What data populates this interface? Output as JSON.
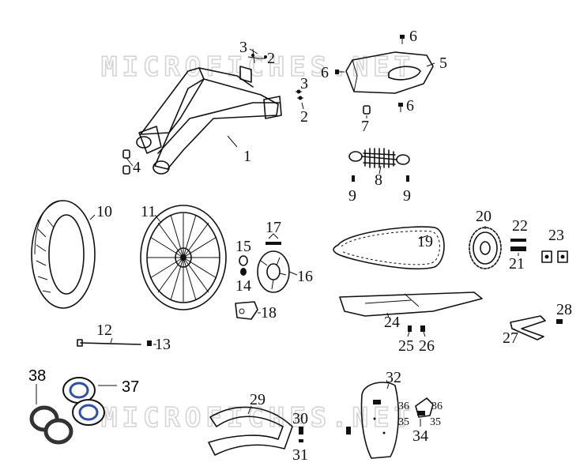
{
  "watermark": "MICROFICHES.NET",
  "colors": {
    "line": "#111111",
    "watermark": "#d4d4d4",
    "bearing_blue": "#2c4fa8"
  },
  "callouts": [
    {
      "id": "c1",
      "text": "1"
    },
    {
      "id": "c2a",
      "text": "2"
    },
    {
      "id": "c2b",
      "text": "2"
    },
    {
      "id": "c3a",
      "text": "3"
    },
    {
      "id": "c3b",
      "text": "3"
    },
    {
      "id": "c4",
      "text": "4"
    },
    {
      "id": "c5",
      "text": "5"
    },
    {
      "id": "c6a",
      "text": "6"
    },
    {
      "id": "c6b",
      "text": "6"
    },
    {
      "id": "c6c",
      "text": "6"
    },
    {
      "id": "c7",
      "text": "7"
    },
    {
      "id": "c8",
      "text": "8"
    },
    {
      "id": "c9a",
      "text": "9"
    },
    {
      "id": "c9b",
      "text": "9"
    },
    {
      "id": "c10",
      "text": "10"
    },
    {
      "id": "c11",
      "text": "11"
    },
    {
      "id": "c12",
      "text": "12"
    },
    {
      "id": "c13",
      "text": "13"
    },
    {
      "id": "c14",
      "text": "14"
    },
    {
      "id": "c15",
      "text": "15"
    },
    {
      "id": "c16",
      "text": "16"
    },
    {
      "id": "c17",
      "text": "17"
    },
    {
      "id": "c18",
      "text": "18"
    },
    {
      "id": "c19",
      "text": "19"
    },
    {
      "id": "c20",
      "text": "20"
    },
    {
      "id": "c21",
      "text": "21"
    },
    {
      "id": "c22",
      "text": "22"
    },
    {
      "id": "c23",
      "text": "23"
    },
    {
      "id": "c24",
      "text": "24"
    },
    {
      "id": "c25",
      "text": "25"
    },
    {
      "id": "c26",
      "text": "26"
    },
    {
      "id": "c27",
      "text": "27"
    },
    {
      "id": "c28",
      "text": "28"
    },
    {
      "id": "c29",
      "text": "29"
    },
    {
      "id": "c30",
      "text": "30"
    },
    {
      "id": "c31",
      "text": "31"
    },
    {
      "id": "c32",
      "text": "32"
    },
    {
      "id": "c34",
      "text": "34"
    },
    {
      "id": "c35a",
      "text": "35"
    },
    {
      "id": "c35b",
      "text": "35"
    },
    {
      "id": "c36a",
      "text": "36"
    },
    {
      "id": "c36b",
      "text": "36"
    },
    {
      "id": "c37",
      "text": "37"
    },
    {
      "id": "c38",
      "text": "38"
    }
  ]
}
